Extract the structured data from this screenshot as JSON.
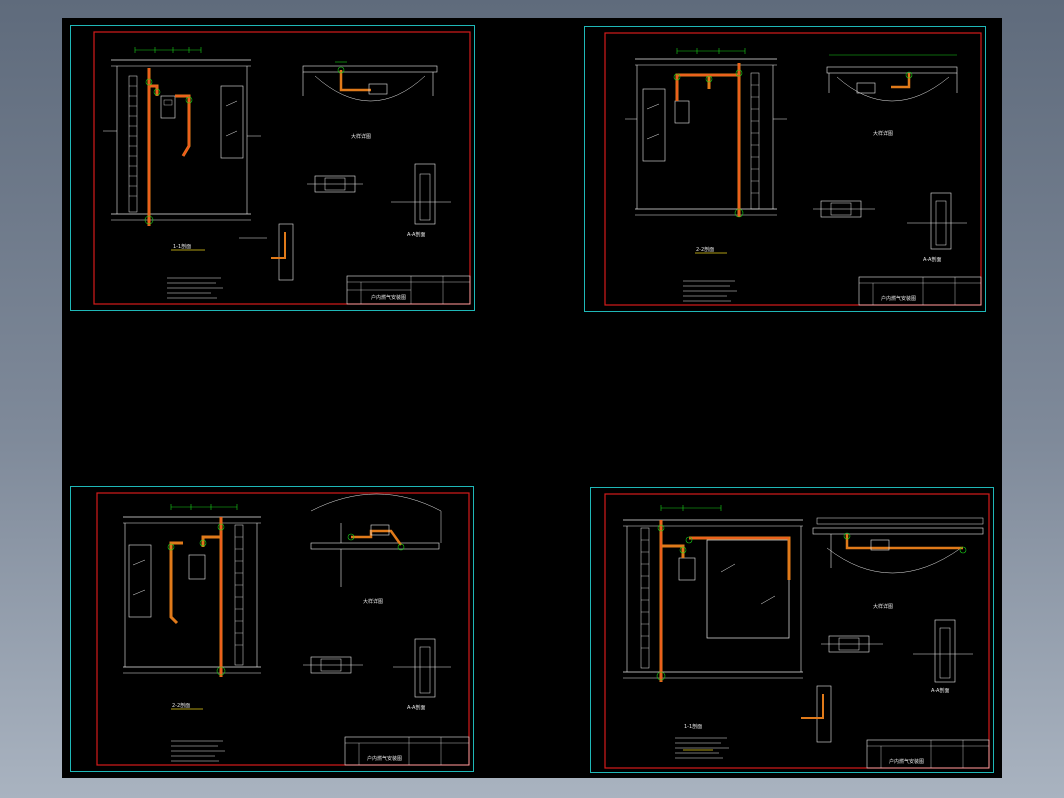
{
  "app": {
    "title": "CAD drawing viewer"
  },
  "colors": {
    "background_dark": "#000000",
    "sheet_outline": "#1fb8b8",
    "border_red": "#d41c1c",
    "pipe_orange": "#e07a1a",
    "pipe_core": "#ff3b1f",
    "dim_green": "#19d219",
    "line_white": "#e8e8e8",
    "accent_yellow": "#e8d21a"
  },
  "sheets": [
    {
      "id": "sheet-1",
      "view_label": "1-1剖面",
      "detail_label": "大样详图",
      "section_label": "A-A剖面",
      "title_block_title": "户内燃气安装图"
    },
    {
      "id": "sheet-2",
      "view_label": "2-2剖面",
      "detail_label": "大样详图",
      "section_label": "A-A剖面",
      "title_block_title": "户内燃气安装图"
    },
    {
      "id": "sheet-3",
      "view_label": "2-2剖面",
      "detail_label": "大样详图",
      "section_label": "A-A剖面",
      "title_block_title": "户内燃气安装图"
    },
    {
      "id": "sheet-4",
      "view_label": "1-1剖面",
      "detail_label": "大样详图",
      "section_label": "A-A剖面",
      "title_block_title": "户内燃气安装图"
    }
  ]
}
